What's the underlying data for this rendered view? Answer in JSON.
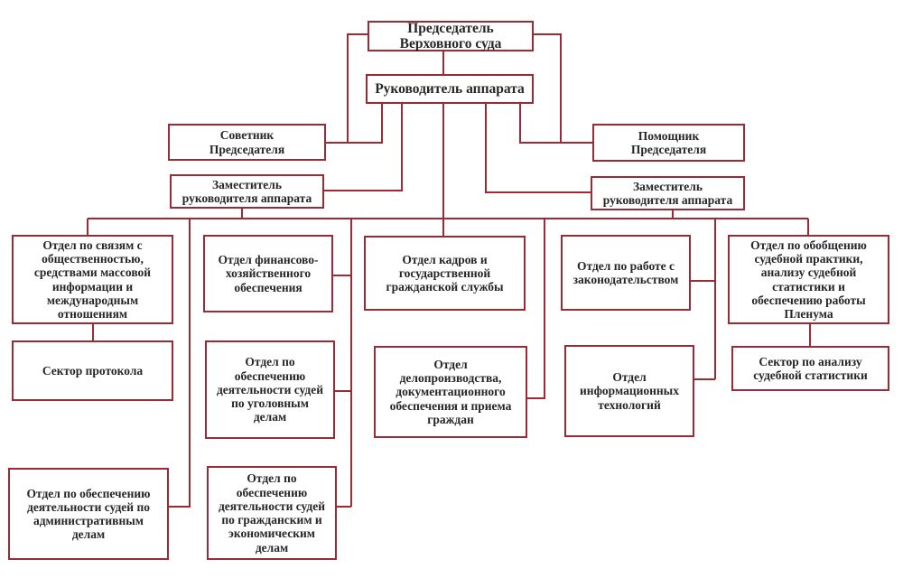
{
  "chart": {
    "chairman": "Председатель\nВерховного суда",
    "chief_of_staff": "Руководитель аппарата",
    "advisor": "Советник\nПредседателя",
    "assistant": "Помощник\nПредседателя",
    "deputy_left": "Заместитель\nруководителя аппарата",
    "deputy_right": "Заместитель\nруководителя аппарата",
    "dept_public_relations": "Отдел по связям с\nобщественностью,\nсредствами массовой\nинформации и\nмеждународным\nотношениям",
    "sector_protocol": "Сектор протокола",
    "dept_admin_cases": "Отдел по обеспечению\nдеятельности судей по\nадминистративным\nделам",
    "dept_finance": "Отдел финансово-\nхозяйственного\nобеспечения",
    "dept_criminal": "Отдел по\nобеспечению\nдеятельности судей\nпо уголовным\nделам",
    "dept_civil": "Отдел по\nобеспечению\nдеятельности судей\nпо гражданским и\nэкономическим делам",
    "dept_hr": "Отдел кадров и\nгосударственной\nгражданской службы",
    "dept_records": "Отдел\nделопроизводства,\nдокументационного\nобеспечения и приема\nграждан",
    "dept_legislation": "Отдел по работе с\nзаконодательством",
    "dept_it": "Отдел\nинформационных\nтехнологий",
    "dept_practice": "Отдел по обобщению\nсудебной практики,\nанализу судебной\nстатистики и\nобеспечению работы\nПленума",
    "sector_statistics": "Сектор по анализу\nсудебной статистики"
  },
  "colors": {
    "border": "#9b2a35",
    "text": "#262626",
    "background": "#ffffff"
  }
}
